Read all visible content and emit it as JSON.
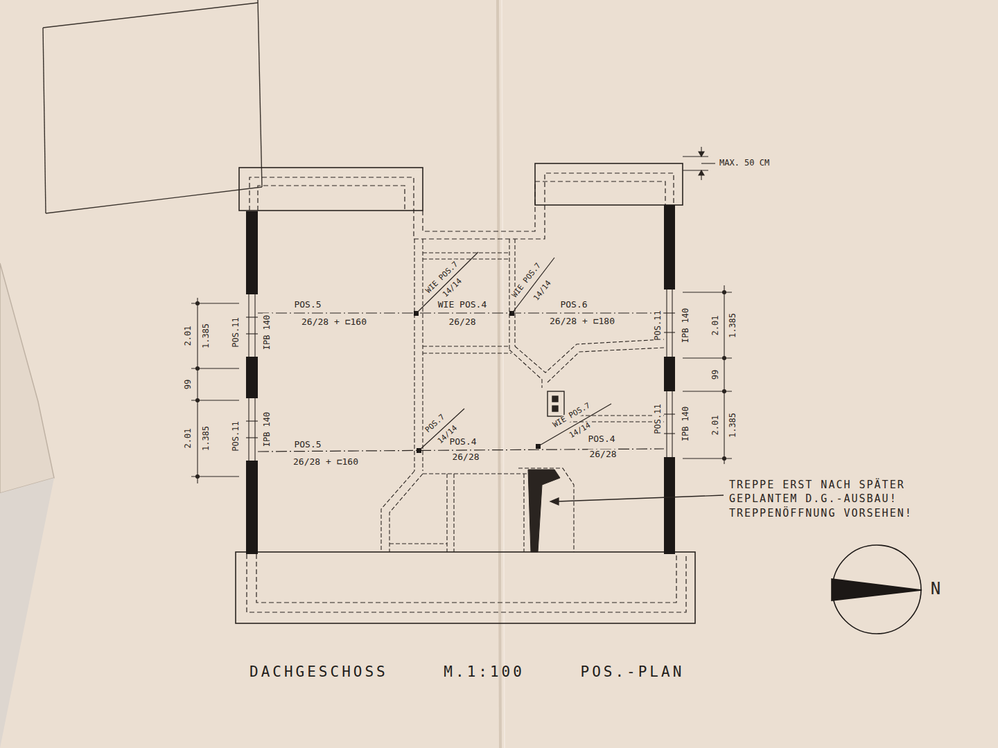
{
  "diagram": {
    "title": "DACHGESCHOSS M.1:100 POS.-PLAN",
    "labels": [
      "MAX. 50 CM",
      "WIE POS.7",
      "14/14",
      "POS.5",
      "26/28 + ⊏160",
      "WIE POS.4",
      "26/28",
      "WIE POS.7",
      "14/14",
      "POS.6",
      "26/28 + ⊏180",
      "2.01",
      "1.385",
      "99",
      "2.01",
      "1.385",
      "POS.11",
      "IPB 140",
      "POS.11",
      "IPB 140",
      "POS.11",
      "IPB 140",
      "POS.11",
      "IPB 140",
      "2.01",
      "1.385",
      "99",
      "2.01",
      "1.385",
      "POS.7",
      "14/14",
      "POS.5",
      "26/28 + ⊏160",
      "POS.4",
      "26/28",
      "WIE POS.7",
      "14/14",
      "POS.4",
      "26/28",
      "TREPPE ERST NACH SPÄTER GEPLANTEM D.G.-AUSBAU! TREPPENÖFFNUNG VORSEHEN!",
      "N"
    ]
  }
}
